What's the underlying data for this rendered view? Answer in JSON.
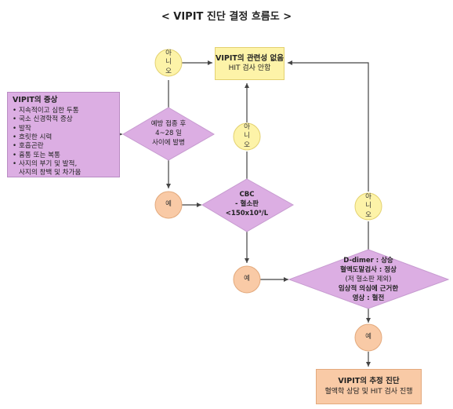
{
  "title": "< VIPIT 진단 결정 흐름도 >",
  "symptoms": {
    "heading": "VIPIT의 증상",
    "items": [
      "지속적이고 심한 두통",
      "국소 신경학적 증상",
      "발작",
      "흐릿한 시력",
      "호흡곤란",
      "흉통 또는 복통",
      "사지의 부기 및 발적,\n사지의 창백 및 차가움"
    ]
  },
  "decision1": {
    "lines": [
      "예방 접종 후",
      "4~28 일",
      "사이에 발병"
    ]
  },
  "decision2": {
    "lines": [
      "CBC",
      "- 혈소판",
      "<150x10⁹/L"
    ]
  },
  "decision3": {
    "lines": [
      "D-dimer : 상승",
      "혈액도말검사 : 정상",
      "(저 혈소판 제외)",
      "임상적 의심에 근거한",
      "영상 : 혈전"
    ]
  },
  "result_no_vipit": {
    "heading": "VIPIT의 관련성 없음",
    "sub": "HIT 검사 안함"
  },
  "result_vipit": {
    "heading": "VIPIT의 추정 진단",
    "sub": "혈액학 상담 및 HIT 검사 진행"
  },
  "labels": {
    "yes": "예",
    "no": "아니오"
  },
  "colors": {
    "diamond": "#dcaee3",
    "yes_circle": "#f9caa6",
    "no_circle": "#fdf3a8",
    "result_yellow": "#fdf3a8",
    "result_orange": "#f9caa6",
    "arrow": "#444444"
  }
}
